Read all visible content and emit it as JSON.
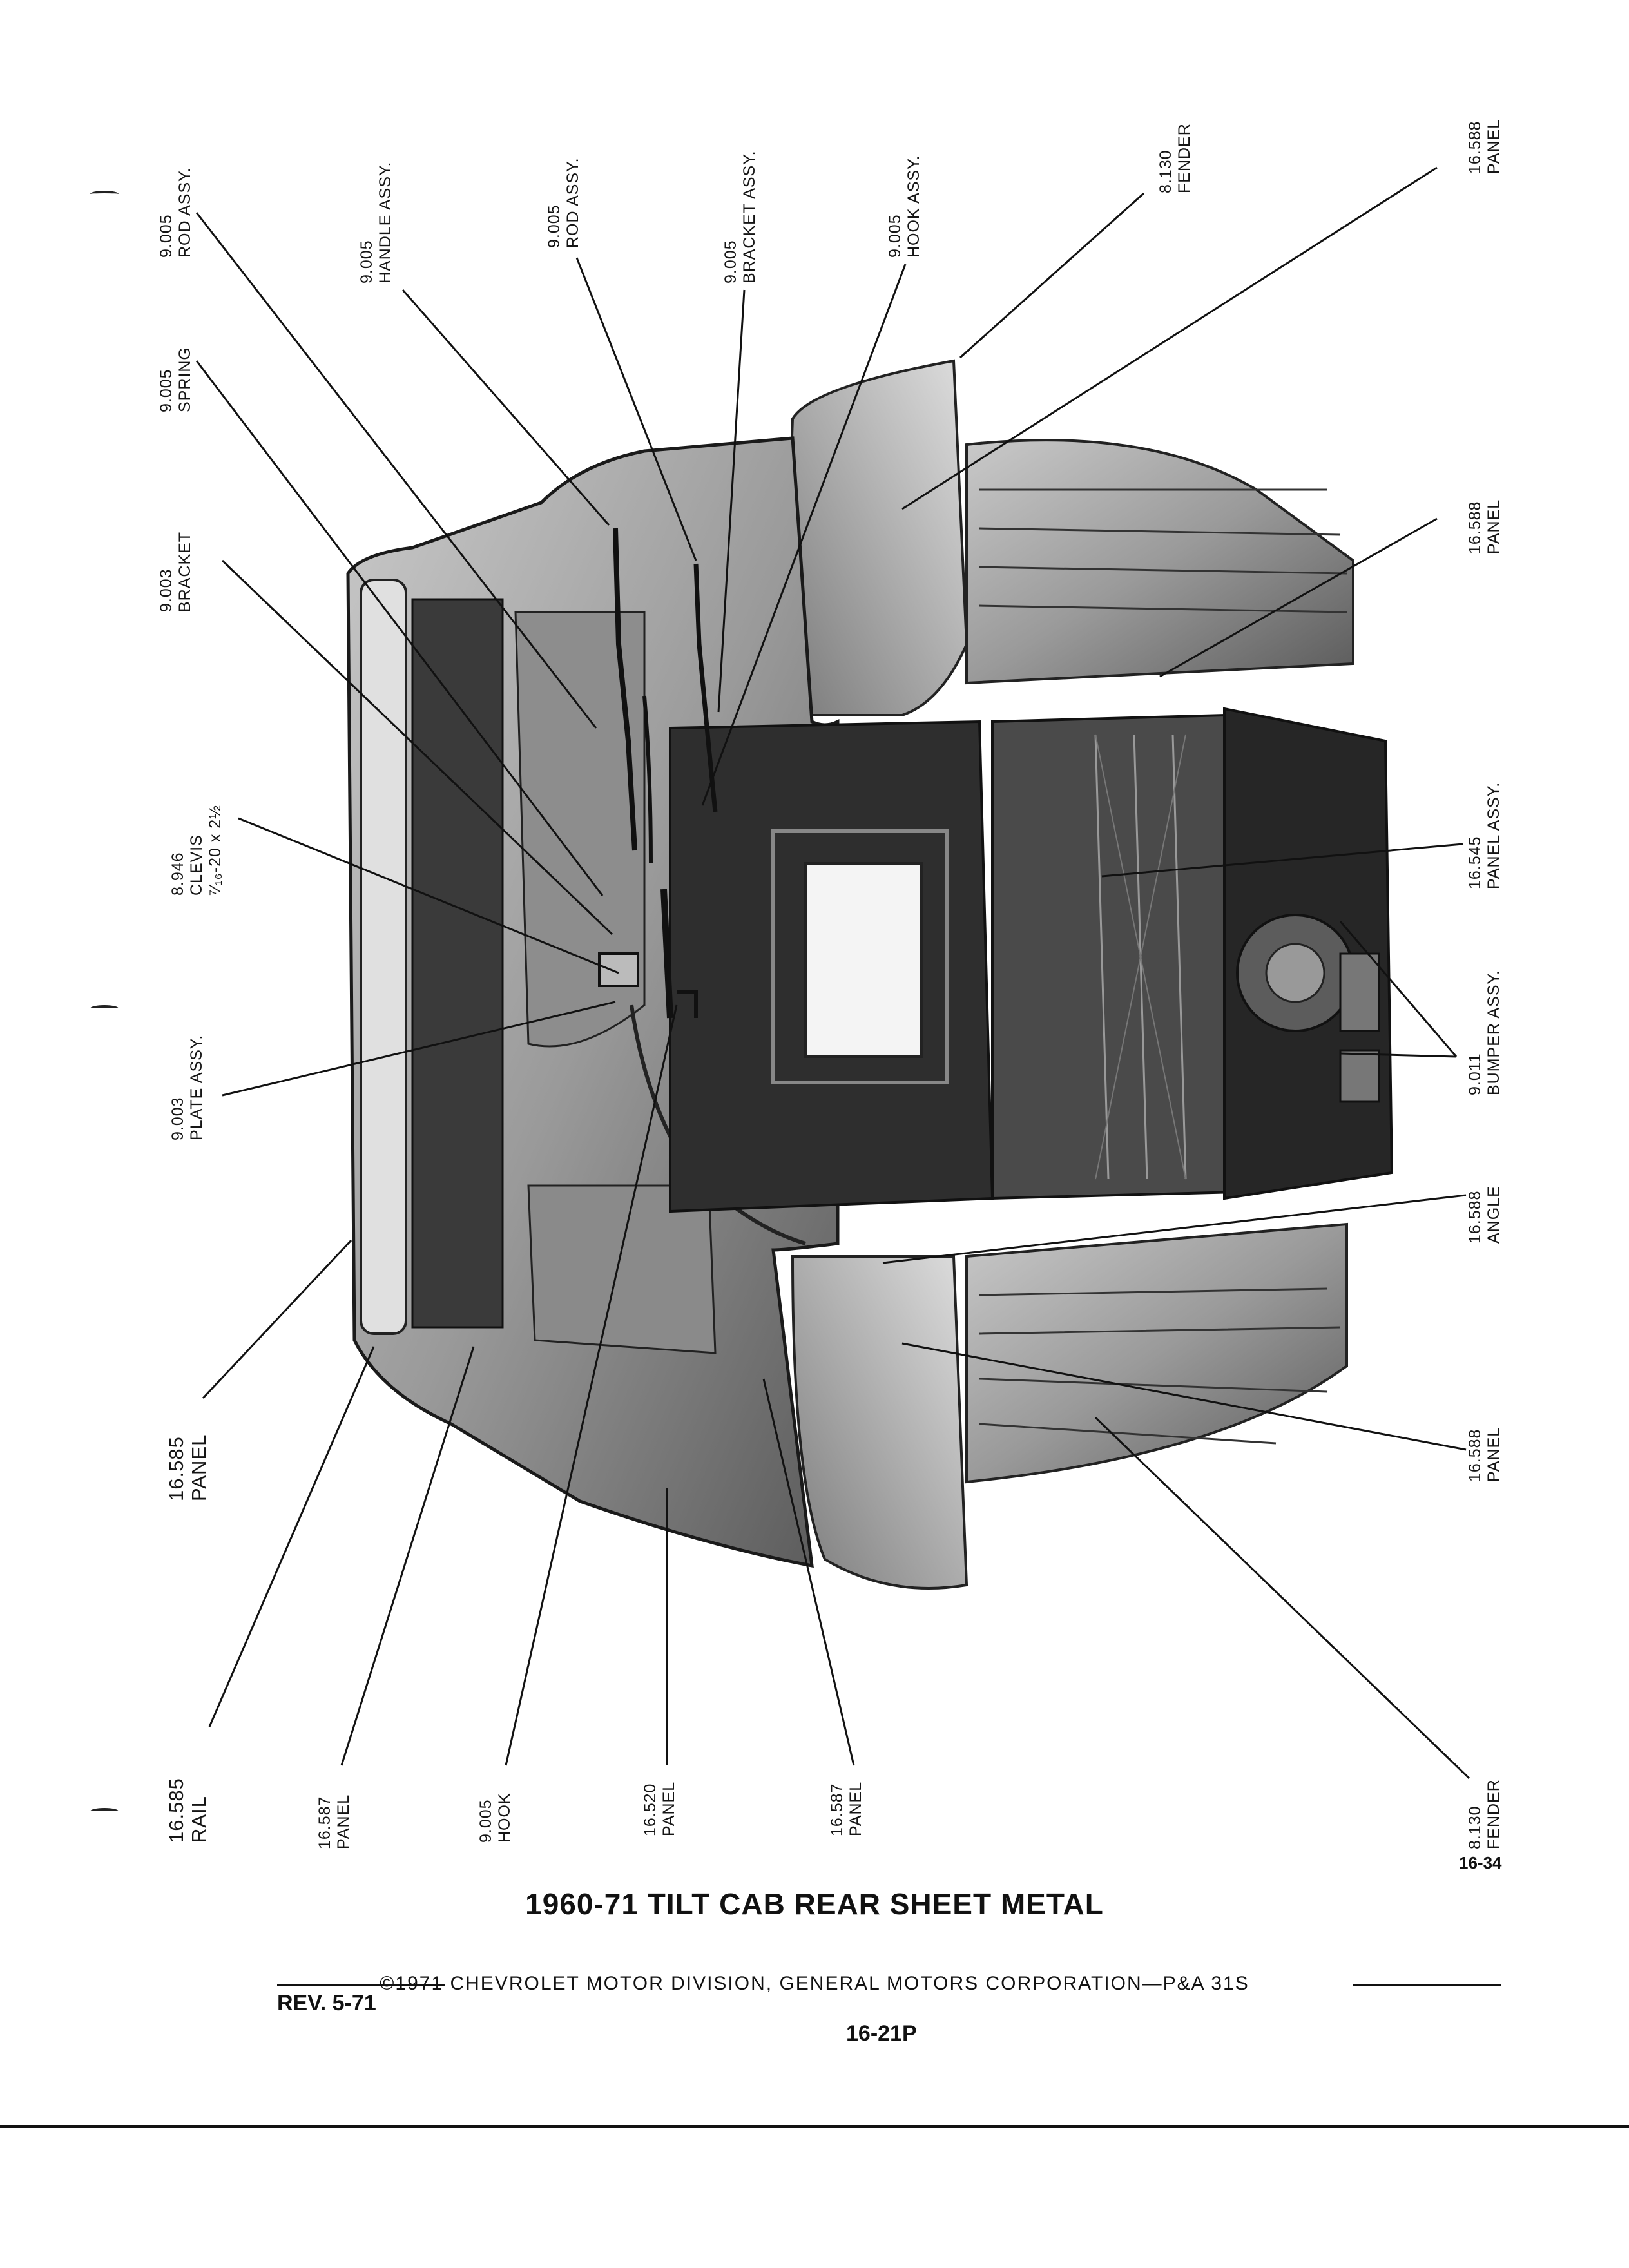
{
  "document": {
    "title": "1960-71 TILT CAB REAR SHEET METAL",
    "copyright": "©1971 CHEVROLET MOTOR DIVISION, GENERAL MOTORS CORPORATION—P&A 31S",
    "revision": "REV. 5-71",
    "page_number": "16-21P",
    "figure_number": "16-34"
  },
  "callouts": [
    {
      "id": "rod-assy-9005-a",
      "number": "9.005",
      "name": "ROD ASSY."
    },
    {
      "id": "spring-9005",
      "number": "9.005",
      "name": "SPRING"
    },
    {
      "id": "bracket-9003",
      "number": "9.003",
      "name": "BRACKET"
    },
    {
      "id": "clevis-8946",
      "number": "8.946",
      "name": "CLEVIS",
      "spec": "⁷⁄₁₆-20 x 2½"
    },
    {
      "id": "plate-assy-9003",
      "number": "9.003",
      "name": "PLATE ASSY."
    },
    {
      "id": "panel-16585",
      "number": "16.585",
      "name": "PANEL"
    },
    {
      "id": "rail-16585",
      "number": "16.585",
      "name": "RAIL"
    },
    {
      "id": "panel-16587-a",
      "number": "16.587",
      "name": "PANEL"
    },
    {
      "id": "hook-9005",
      "number": "9.005",
      "name": "HOOK"
    },
    {
      "id": "panel-16520",
      "number": "16.520",
      "name": "PANEL"
    },
    {
      "id": "panel-16587-b",
      "number": "16.587",
      "name": "PANEL"
    },
    {
      "id": "fender-8130-b",
      "number": "8.130",
      "name": "FENDER"
    },
    {
      "id": "panel-16588-c",
      "number": "16.588",
      "name": "PANEL"
    },
    {
      "id": "angle-16588",
      "number": "16.588",
      "name": "ANGLE"
    },
    {
      "id": "bumper-assy-9011",
      "number": "9.011",
      "name": "BUMPER ASSY."
    },
    {
      "id": "panel-assy-16545",
      "number": "16.545",
      "name": "PANEL ASSY."
    },
    {
      "id": "panel-16588-b",
      "number": "16.588",
      "name": "PANEL"
    },
    {
      "id": "panel-16588-a",
      "number": "16.588",
      "name": "PANEL"
    },
    {
      "id": "fender-8130-a",
      "number": "8.130",
      "name": "FENDER"
    },
    {
      "id": "hook-assy-9005",
      "number": "9.005",
      "name": "HOOK ASSY."
    },
    {
      "id": "bracket-assy-9005",
      "number": "9.005",
      "name": "BRACKET ASSY."
    },
    {
      "id": "rod-assy-9005-b",
      "number": "9.005",
      "name": "ROD ASSY."
    },
    {
      "id": "handle-assy-9005",
      "number": "9.005",
      "name": "HANDLE ASSY."
    }
  ]
}
